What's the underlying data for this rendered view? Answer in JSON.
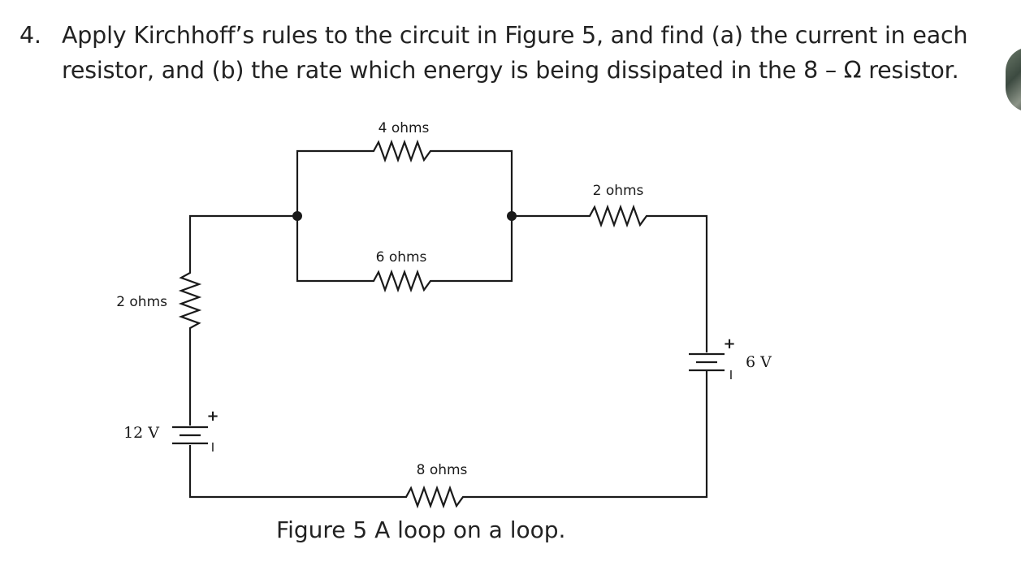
{
  "question": {
    "number": "4.",
    "line1": "Apply Kirchhoff’s rules to the circuit in Figure 5, and find (a) the current in each",
    "line2": "resistor, and (b) the rate which energy is being dissipated in the 8 – Ω resistor."
  },
  "circuit": {
    "resistors": {
      "top_parallel": "4 ohms",
      "bottom_parallel": "6 ohms",
      "right_top": "2 ohms",
      "left_vertical": "2 ohms",
      "bottom": "8 ohms"
    },
    "batteries": {
      "left": {
        "label": "12 V",
        "plus": "+",
        "minus": "I"
      },
      "right": {
        "label": "6 V",
        "plus": "+",
        "minus": "I"
      }
    }
  },
  "caption": "Figure 5 A loop on a loop."
}
